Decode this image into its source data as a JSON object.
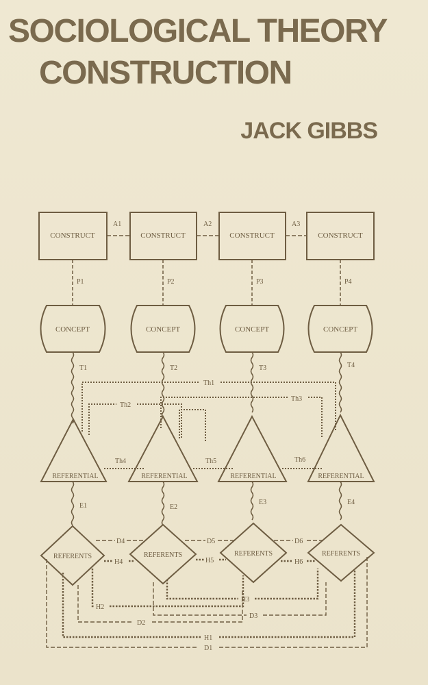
{
  "cover": {
    "title_line1": "SOCIOLOGICAL THEORY",
    "title_line2": "CONSTRUCTION",
    "author": "JACK GIBBS"
  },
  "diagram": {
    "construct_label": "CONSTRUCT",
    "concept_label": "CONCEPT",
    "referential_label": "REFERENTIAL",
    "referents_label": "REFERENTS",
    "a_links": [
      "A1",
      "A2",
      "A3"
    ],
    "p_links": [
      "P1",
      "P2",
      "P3",
      "P4"
    ],
    "t_links": [
      "T1",
      "T2",
      "T3",
      "T4"
    ],
    "th_links": [
      "Th1",
      "Th2",
      "Th3",
      "Th4",
      "Th5",
      "Th6"
    ],
    "e_links": [
      "E1",
      "E2",
      "E3",
      "E4"
    ],
    "d_links": [
      "D4",
      "D5",
      "D6",
      "D2",
      "D3",
      "D1"
    ],
    "h_links": [
      "H4",
      "H5",
      "H6",
      "H2",
      "H3",
      "H1"
    ]
  }
}
